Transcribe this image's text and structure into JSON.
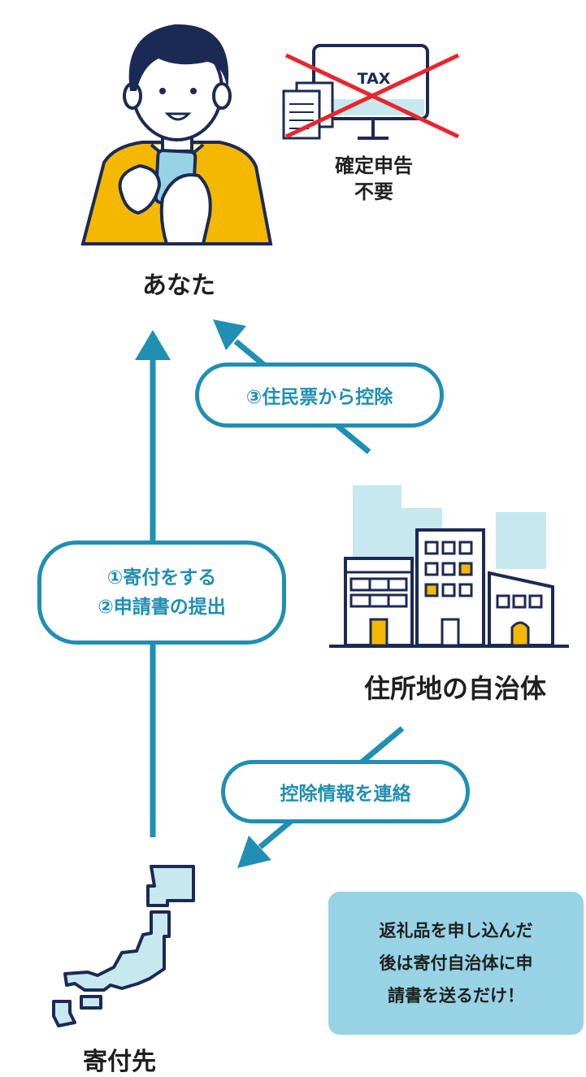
{
  "labels": {
    "you": "あなた",
    "tax": "TAX",
    "no_tax_return_line1": "確定申告",
    "no_tax_return_line2": "不要",
    "municipality": "住所地の自治体",
    "donation_target": "寄付先"
  },
  "steps": {
    "step1": "①寄付をする",
    "step2": "②申請書の提出",
    "step3": "③住民票から控除",
    "contact": "控除情報を連絡"
  },
  "note": {
    "line1": "返礼品を申し込んだ",
    "line2": "後は寄付自治体に申",
    "line3": "請書を送るだけ！"
  },
  "colors": {
    "accent": "#1f8fb3",
    "navy": "#1b2a55",
    "yellow": "#f5b800",
    "light_blue": "#c8e8ef",
    "note_bg": "#97d3e4",
    "cross": "#e8262b"
  }
}
